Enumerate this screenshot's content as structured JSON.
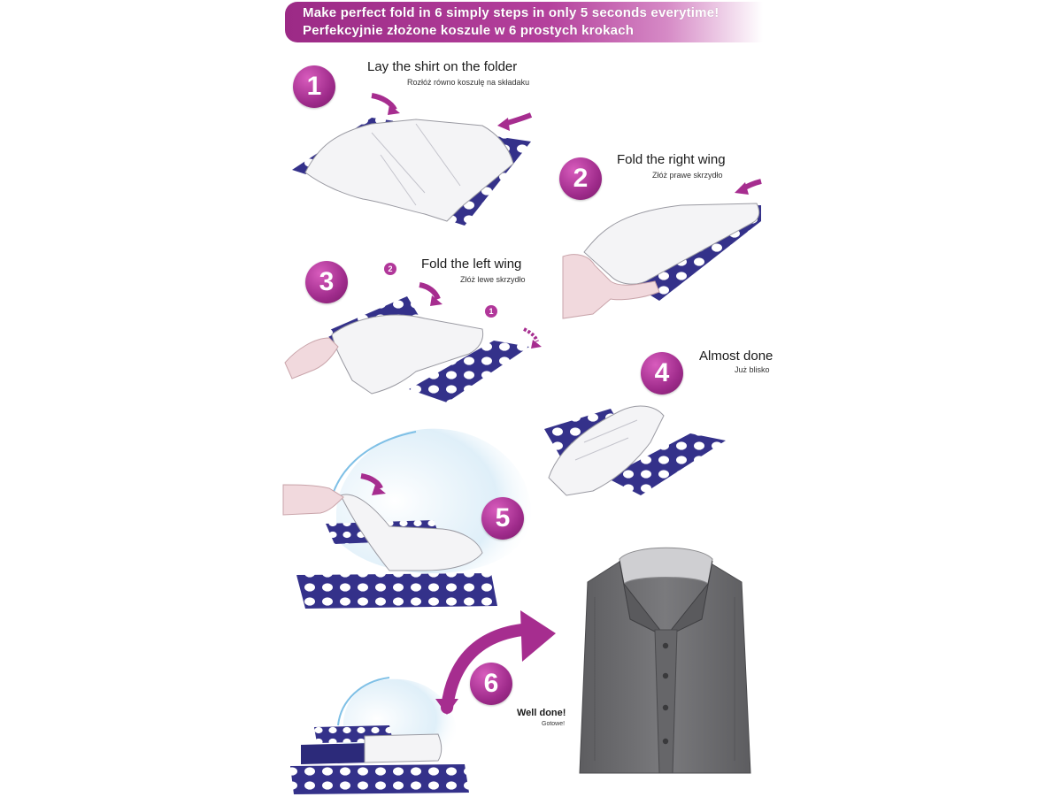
{
  "header": {
    "line1": "Make perfect fold in 6 simply steps in only 5 seconds everytime!",
    "line2": "Perfekcyjnie złożone koszule w 6 prostych krokach"
  },
  "steps": [
    {
      "number": "1",
      "title": "Lay the shirt on the folder",
      "subtitle": "Rozłóż równo koszulę na składaku"
    },
    {
      "number": "2",
      "title": "Fold the right wing",
      "subtitle": "Złóż prawe skrzydło"
    },
    {
      "number": "3",
      "title": "Fold the left wing",
      "subtitle": "Złóż lewe skrzydło",
      "sub_markers": [
        "2",
        "1"
      ]
    },
    {
      "number": "4",
      "title": "Almost done",
      "subtitle": "Już blisko"
    },
    {
      "number": "5",
      "title": "",
      "subtitle": ""
    },
    {
      "number": "6",
      "title": "Well done!",
      "subtitle": "Gotowe!"
    }
  ],
  "colors": {
    "accent": "#a62d8f",
    "board": "#34318a",
    "board_hole": "#ffffff",
    "shirt_gray": "#6f6f72",
    "swing_blue": "#7fc0e6"
  },
  "icons": [
    "folding-board",
    "hand",
    "curved-arrow",
    "folded-shirt"
  ]
}
